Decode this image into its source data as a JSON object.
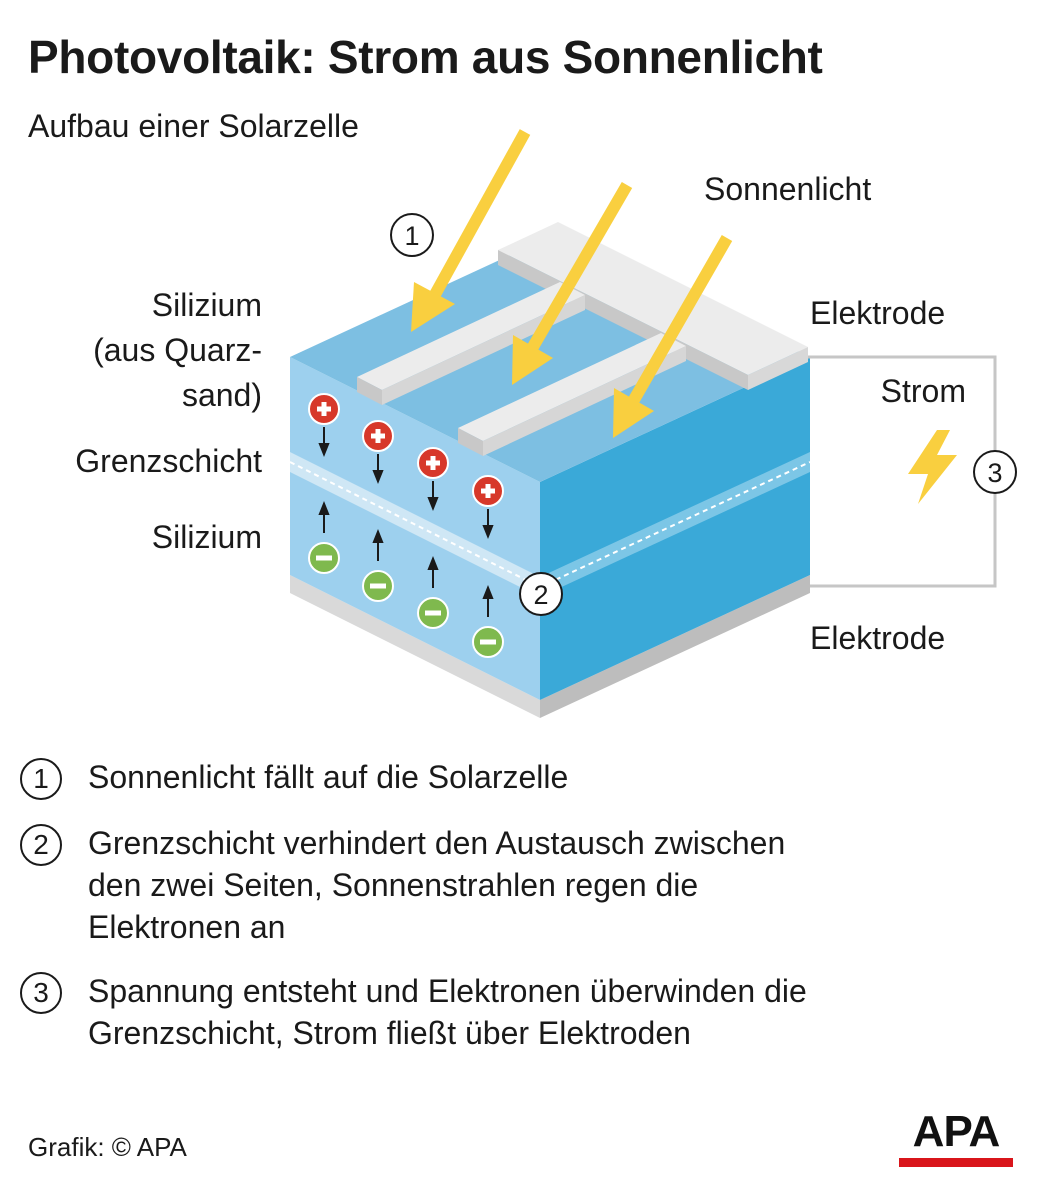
{
  "header": {
    "title": "Photovoltaik: Strom aus Sonnenlicht",
    "subtitle": "Aufbau einer Solarzelle"
  },
  "diagram": {
    "labels": {
      "sunlight": "Sonnenlicht",
      "silicon_top": [
        "Silizium",
        "(aus Quarz-",
        "sand)"
      ],
      "boundary": "Grenzschicht",
      "silicon_bottom": "Silizium",
      "electrode_top": "Elektrode",
      "current": "Strom",
      "electrode_bottom": "Elektrode"
    },
    "markers": {
      "one": "1",
      "two": "2",
      "three": "3"
    },
    "colors": {
      "cell_top": "#7dbfe2",
      "cell_front": "#9dd0ee",
      "cell_side": "#3aa9d8",
      "electrode": "#e6e6e6",
      "sunlight": "#f9cf3f",
      "positive": "#d7382a",
      "negative": "#7fb94e"
    },
    "icons": {
      "current": "lightning-bolt-icon",
      "positive": "plus-charge-icon",
      "negative": "minus-charge-icon"
    }
  },
  "legend": [
    {
      "number": "1",
      "text": "Sonnenlicht fällt auf die Solarzelle"
    },
    {
      "number": "2",
      "text": "Grenzschicht verhindert den Austausch zwischen",
      "text2": "den zwei Seiten, Sonnenstrahlen regen die",
      "text3": "Elektronen an"
    },
    {
      "number": "3",
      "text": "Spannung entsteht und Elektronen überwinden die",
      "text2": "Grenzschicht, Strom fließt über Elektroden"
    }
  ],
  "footer": {
    "credit": "Grafik: © APA",
    "logo": "APA",
    "logo_color": "#d9151b"
  }
}
